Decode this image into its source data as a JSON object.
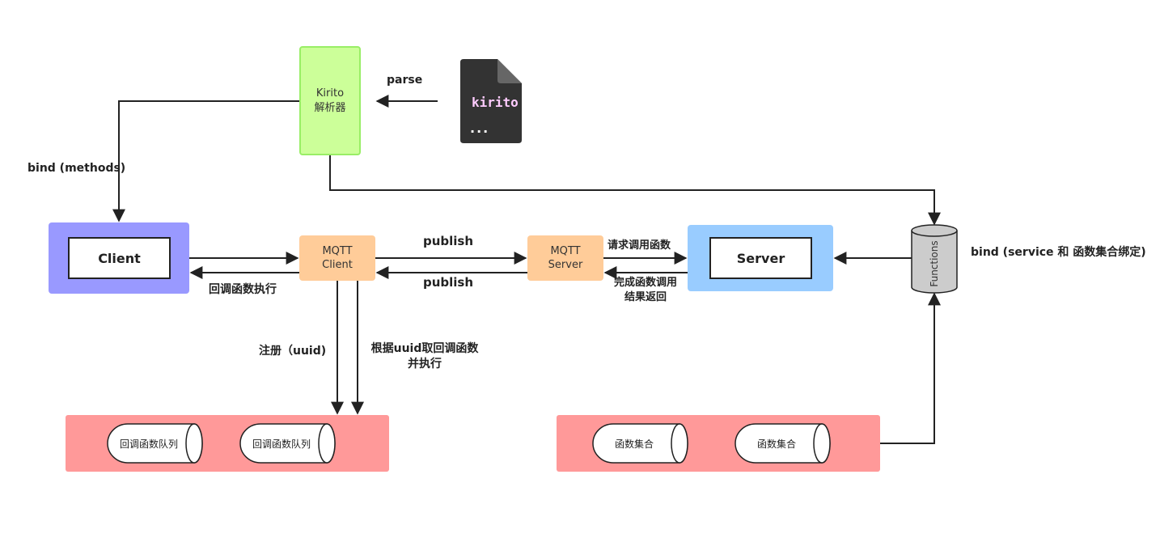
{
  "nodes": {
    "parser": {
      "line1": "Kirito",
      "line2": "解析器"
    },
    "file": {
      "title": "kirito",
      "ellipsis": "..."
    },
    "client": {
      "label": "Client"
    },
    "server": {
      "label": "Server"
    },
    "mqtt_client": {
      "line1": "MQTT",
      "line2": "Client"
    },
    "mqtt_server": {
      "line1": "MQTT",
      "line2": "Server"
    },
    "functions_db": {
      "label": "Functions"
    },
    "callback_queues": [
      {
        "label": "回调函数队列"
      },
      {
        "label": "回调函数队列"
      }
    ],
    "function_sets": [
      {
        "label": "函数集合"
      },
      {
        "label": "函数集合"
      }
    ]
  },
  "edges": {
    "parse": "parse",
    "bind_methods": "bind (methods)",
    "publish_top": "publish",
    "publish_bottom": "publish",
    "callback_exec": "回调函数执行",
    "request_call": "请求调用函数",
    "complete_line1": "完成函数调用",
    "complete_line2": "结果返回",
    "register": "注册（uuid)",
    "fetch_line1": "根据uuid取回调函数",
    "fetch_line2": "并执行",
    "bind_service": "bind (service 和 函数集合绑定)"
  },
  "colors": {
    "parser": "#ccff99",
    "client": "#9999ff",
    "server": "#99ccff",
    "mqtt": "#ffcc99",
    "queue": "#ff9999",
    "functions_db": "#cccccc",
    "file": "#333333",
    "file_text": "#ffccff"
  }
}
